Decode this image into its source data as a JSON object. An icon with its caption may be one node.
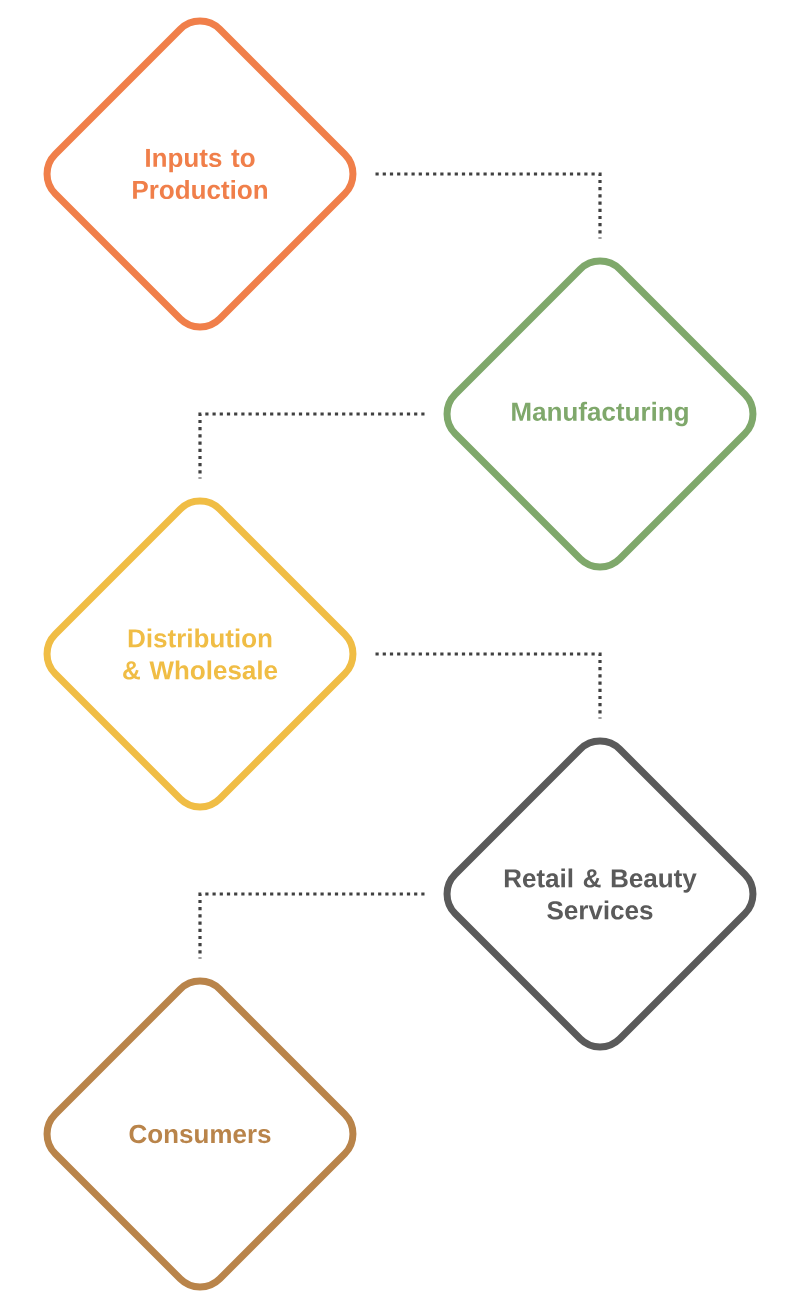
{
  "diagram": {
    "nodes": [
      {
        "text": [
          "Inputs to Production"
        ]
      },
      {
        "text": [
          "Manufacturing"
        ]
      },
      {
        "text": [
          "Distribution & Wholesale"
        ]
      },
      {
        "text": [
          "Retail & Beauty Services"
        ]
      },
      {
        "text": [
          "Consumers"
        ]
      }
    ],
    "edges": [
      {
        "from": 0,
        "to": 1,
        "arrow": "none"
      },
      {
        "from": 1,
        "to": 2,
        "arrow": "none"
      },
      {
        "from": 2,
        "to": 3,
        "arrow": "none"
      },
      {
        "from": 3,
        "to": 4,
        "arrow": "none"
      }
    ]
  }
}
